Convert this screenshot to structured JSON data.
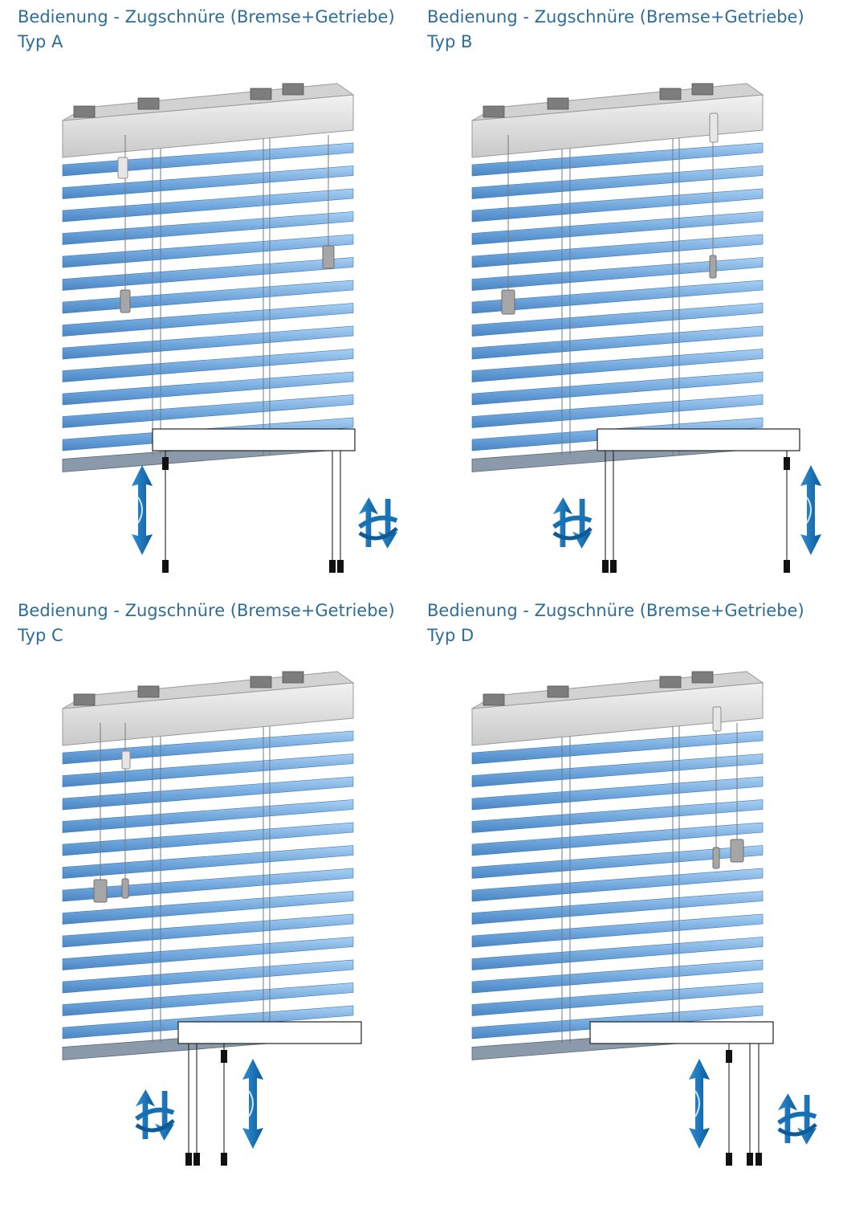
{
  "colors": {
    "heading": "#2e6d96",
    "slat_light": "#9cc6ee",
    "slat_dark": "#4d8ccc",
    "headrail": "#e3e3e3",
    "cord": "#555555",
    "tassel": "#1a1a1a",
    "arrow": "#1670b4"
  },
  "panels": [
    {
      "title": "Bedienung  - Zugschnüre (Bremse+Getriebe)",
      "type_label": "Typ A",
      "schematic": "tilt-cords right, lift cord left",
      "icons": [
        "lift-arrow-icon",
        "tilt-rotate-icon"
      ]
    },
    {
      "title": "Bedienung  - Zugschnüre (Bremse+Getriebe)",
      "type_label": "Typ B",
      "schematic": "tilt-cords left, lift cord right",
      "icons": [
        "tilt-rotate-icon",
        "lift-arrow-icon"
      ]
    },
    {
      "title": "Bedienung  - Zugschnüre (Bremse+Getriebe)",
      "type_label": "Typ C",
      "schematic": "tilt-cords and lift cord left",
      "icons": [
        "tilt-rotate-icon",
        "lift-arrow-icon"
      ]
    },
    {
      "title": "Bedienung  - Zugschnüre (Bremse+Getriebe)",
      "type_label": "Typ D",
      "schematic": "lift cord and tilt-cords right",
      "icons": [
        "lift-arrow-icon",
        "tilt-rotate-icon"
      ]
    }
  ]
}
